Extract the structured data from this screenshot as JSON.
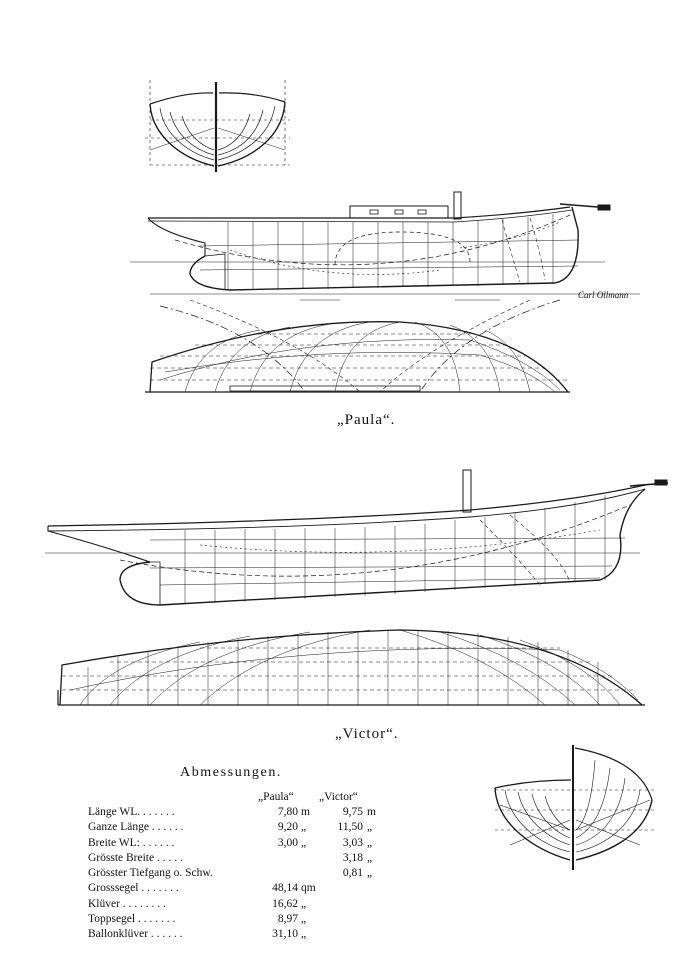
{
  "captions": {
    "paula": "„Paula“.",
    "victor": "„Victor“."
  },
  "signature": "Carl Ollmann",
  "dimensions": {
    "heading": "Abmessungen.",
    "col_paula": "„Paula“",
    "col_victor": "„Victor“",
    "rows": [
      {
        "label": "Länge WL. . . . . . .",
        "paula": "7,80",
        "paula_unit": "m",
        "victor": "9,75",
        "victor_unit": "m"
      },
      {
        "label": "Ganze Länge . . . . . .",
        "paula": "9,20",
        "paula_unit": "„",
        "victor": "11,50",
        "victor_unit": "„"
      },
      {
        "label": "Breite WL: . . . . . .",
        "paula": "3,00",
        "paula_unit": "„",
        "victor": "3,03",
        "victor_unit": "„"
      },
      {
        "label": "Grösste Breite . . . . .",
        "paula": "",
        "paula_unit": "",
        "victor": "3,18",
        "victor_unit": "„"
      },
      {
        "label": "Grösster Tiefgang o. Schw.",
        "paula": "",
        "paula_unit": "",
        "victor": "0,81",
        "victor_unit": "„"
      },
      {
        "label": "Grosssegel . . . . . . .",
        "paula": "48,14",
        "paula_unit": "qm",
        "victor": "",
        "victor_unit": ""
      },
      {
        "label": "Klüver . . . . . . . .",
        "paula": "16,62",
        "paula_unit": "„",
        "victor": "",
        "victor_unit": ""
      },
      {
        "label": "Toppsegel . . . . . . .",
        "paula": "8,97",
        "paula_unit": "„",
        "victor": "",
        "victor_unit": ""
      },
      {
        "label": "Ballonklüver . . . . . .",
        "paula": "31,10",
        "paula_unit": "„",
        "victor": "",
        "victor_unit": ""
      }
    ]
  }
}
